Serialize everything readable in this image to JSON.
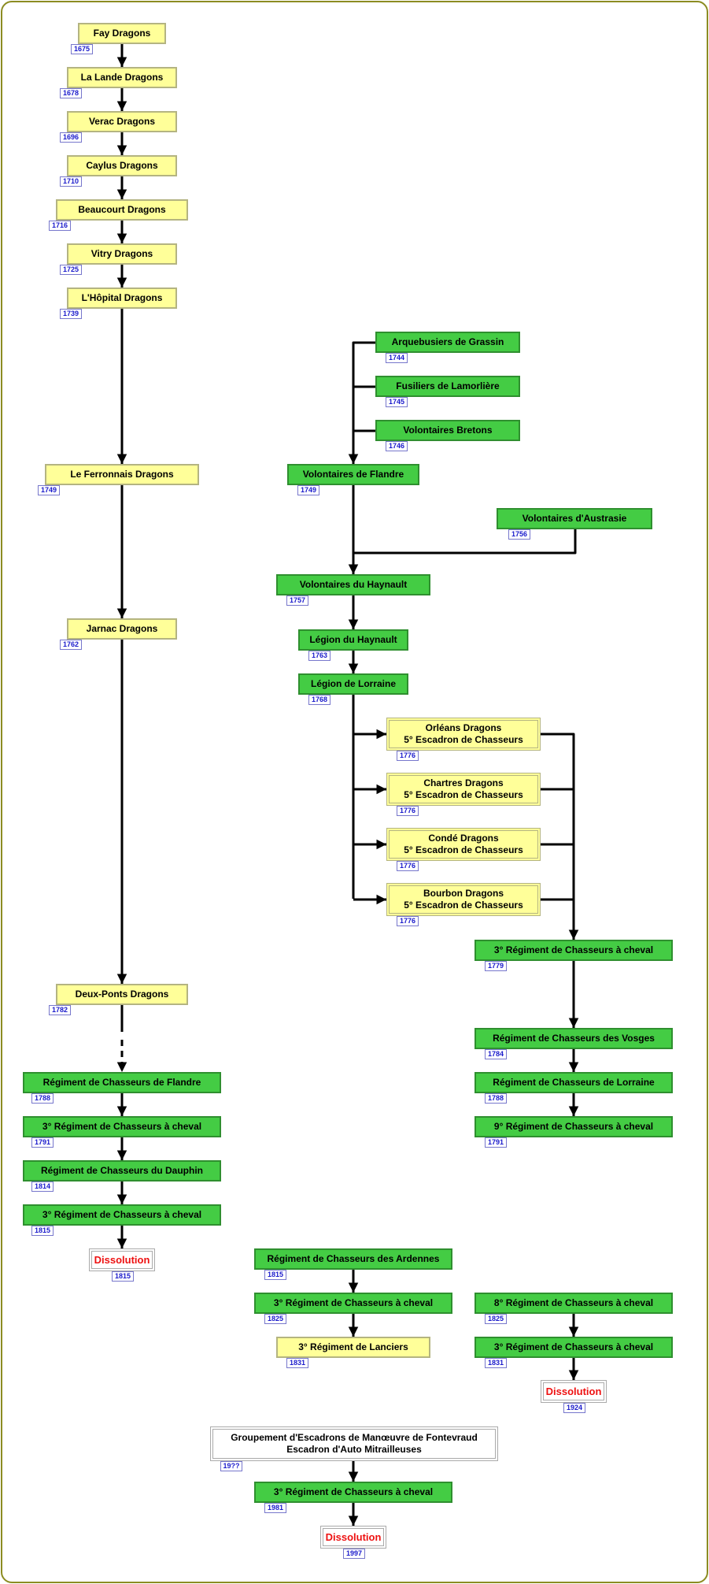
{
  "colors": {
    "yellow": "#ffff99",
    "green": "#44cc44",
    "line": "#000000",
    "dissolution_text": "#ee1111",
    "year_text": "#1a1acc",
    "frame": "#8c8c22"
  },
  "nodes": [
    {
      "id": "fay",
      "lines": [
        "Fay Dragons"
      ],
      "year": "1675",
      "style": "yellow"
    },
    {
      "id": "lalande",
      "lines": [
        "La Lande Dragons"
      ],
      "year": "1678",
      "style": "yellow"
    },
    {
      "id": "verac",
      "lines": [
        "Verac Dragons"
      ],
      "year": "1696",
      "style": "yellow"
    },
    {
      "id": "caylus",
      "lines": [
        "Caylus Dragons"
      ],
      "year": "1710",
      "style": "yellow"
    },
    {
      "id": "beaucourt",
      "lines": [
        "Beaucourt Dragons"
      ],
      "year": "1716",
      "style": "yellow"
    },
    {
      "id": "vitry",
      "lines": [
        "Vitry Dragons"
      ],
      "year": "1725",
      "style": "yellow"
    },
    {
      "id": "hopital",
      "lines": [
        "L'Hôpital Dragons"
      ],
      "year": "1739",
      "style": "yellow"
    },
    {
      "id": "ferronnais",
      "lines": [
        "Le Ferronnais Dragons"
      ],
      "year": "1749",
      "style": "yellow"
    },
    {
      "id": "jarnac",
      "lines": [
        "Jarnac Dragons"
      ],
      "year": "1762",
      "style": "yellow"
    },
    {
      "id": "deuxponts",
      "lines": [
        "Deux-Ponts Dragons"
      ],
      "year": "1782",
      "style": "yellow"
    },
    {
      "id": "flandre_ch",
      "lines": [
        "Régiment de Chasseurs de Flandre"
      ],
      "year": "1788",
      "style": "green"
    },
    {
      "id": "l3e_1791",
      "lines": [
        "3° Régiment de Chasseurs à cheval"
      ],
      "year": "1791",
      "style": "green"
    },
    {
      "id": "dauphin",
      "lines": [
        "Régiment de Chasseurs du Dauphin"
      ],
      "year": "1814",
      "style": "green"
    },
    {
      "id": "l3e_1815",
      "lines": [
        "3° Régiment de Chasseurs à cheval"
      ],
      "year": "1815",
      "style": "green"
    },
    {
      "id": "diss_1815",
      "lines": [
        "Dissolution"
      ],
      "year": "1815",
      "style": "white"
    },
    {
      "id": "grassin",
      "lines": [
        "Arquebusiers de Grassin"
      ],
      "year": "1744",
      "style": "green"
    },
    {
      "id": "lamorliere",
      "lines": [
        "Fusiliers de Lamorlière"
      ],
      "year": "1745",
      "style": "green"
    },
    {
      "id": "bretons",
      "lines": [
        "Volontaires Bretons"
      ],
      "year": "1746",
      "style": "green"
    },
    {
      "id": "vol_flandre",
      "lines": [
        "Volontaires de Flandre"
      ],
      "year": "1749",
      "style": "green"
    },
    {
      "id": "austrasie",
      "lines": [
        "Volontaires d'Austrasie"
      ],
      "year": "1756",
      "style": "green"
    },
    {
      "id": "haynault_vol",
      "lines": [
        "Volontaires du Haynault"
      ],
      "year": "1757",
      "style": "green"
    },
    {
      "id": "haynault_leg",
      "lines": [
        "Légion du Haynault"
      ],
      "year": "1763",
      "style": "green"
    },
    {
      "id": "lorraine_leg",
      "lines": [
        "Légion de Lorraine"
      ],
      "year": "1768",
      "style": "green"
    },
    {
      "id": "orleans",
      "lines": [
        "Orléans Dragons",
        "5° Escadron de Chasseurs"
      ],
      "year": "1776",
      "style": "yellow-double"
    },
    {
      "id": "chartres",
      "lines": [
        "Chartres Dragons",
        "5° Escadron de Chasseurs"
      ],
      "year": "1776",
      "style": "yellow-double"
    },
    {
      "id": "conde",
      "lines": [
        "Condé Dragons",
        "5° Escadron de Chasseurs"
      ],
      "year": "1776",
      "style": "yellow-double"
    },
    {
      "id": "bourbon",
      "lines": [
        "Bourbon Dragons",
        "5° Escadron de Chasseurs"
      ],
      "year": "1776",
      "style": "yellow-double"
    },
    {
      "id": "r3e_1779",
      "lines": [
        "3° Régiment de Chasseurs à cheval"
      ],
      "year": "1779",
      "style": "green"
    },
    {
      "id": "vosges",
      "lines": [
        "Régiment de Chasseurs des Vosges"
      ],
      "year": "1784",
      "style": "green"
    },
    {
      "id": "lorraine_ch",
      "lines": [
        "Régiment de Chasseurs de Lorraine"
      ],
      "year": "1788",
      "style": "green"
    },
    {
      "id": "r9e_1791",
      "lines": [
        "9° Régiment de Chasseurs à cheval"
      ],
      "year": "1791",
      "style": "green"
    },
    {
      "id": "ardennes",
      "lines": [
        "Régiment de Chasseurs des Ardennes"
      ],
      "year": "1815",
      "style": "green"
    },
    {
      "id": "m3e_1825",
      "lines": [
        "3° Régiment de Chasseurs à cheval"
      ],
      "year": "1825",
      "style": "green"
    },
    {
      "id": "lanciers",
      "lines": [
        "3° Régiment de Lanciers"
      ],
      "year": "1831",
      "style": "yellow"
    },
    {
      "id": "r8e_1825",
      "lines": [
        "8° Régiment de Chasseurs à cheval"
      ],
      "year": "1825",
      "style": "green"
    },
    {
      "id": "r3e_1831",
      "lines": [
        "3° Régiment de Chasseurs à cheval"
      ],
      "year": "1831",
      "style": "green"
    },
    {
      "id": "diss_1924",
      "lines": [
        "Dissolution"
      ],
      "year": "1924",
      "style": "white"
    },
    {
      "id": "fontevraud",
      "lines": [
        "Groupement d'Escadrons de Manœuvre de Fontevraud",
        "Escadron d'Auto Mitrailleuses"
      ],
      "year": "19??",
      "style": "white-black"
    },
    {
      "id": "b3e_1981",
      "lines": [
        "3° Régiment de Chasseurs à cheval"
      ],
      "year": "1981",
      "style": "green"
    },
    {
      "id": "diss_1997",
      "lines": [
        "Dissolution"
      ],
      "year": "1997",
      "style": "white"
    }
  ]
}
